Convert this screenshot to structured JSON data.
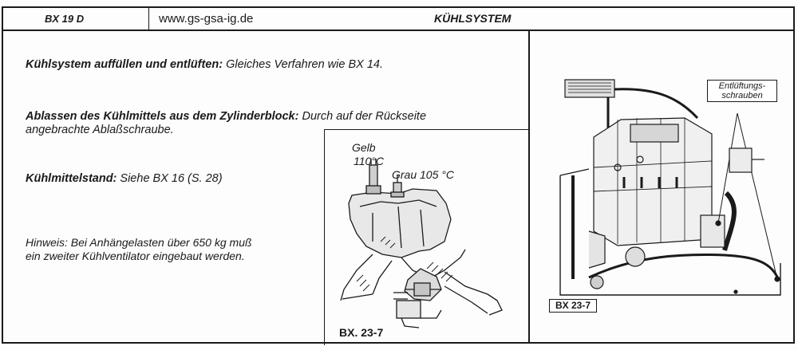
{
  "header": {
    "model": "BX 19 D",
    "url": "www.gs-gsa-ig.de",
    "title": "KÜHLSYSTEM"
  },
  "paragraphs": {
    "p1_bold": "Kühlsystem auffüllen und entlüften:",
    "p1_text": " Gleiches Verfahren wie BX 14.",
    "p2_bold": "Ablassen des Kühlmittels aus dem Zylinderblock:",
    "p2_text": " Durch auf der Rückseite",
    "p2_text2": "angebrachte Ablaßschraube.",
    "p3_bold": "Kühlmittelstand:",
    "p3_text": " Siehe BX 16 (S. 28)",
    "p4_line1": "Hinweis: Bei Anhängelasten über 650 kg muß",
    "p4_line2": "ein zweiter Kühlventilator eingebaut werden."
  },
  "figure_left": {
    "label_gelb": "Gelb",
    "label_gelb_temp": "110°C",
    "label_grau": "Grau  105  °C",
    "caption": "BX. 23-7"
  },
  "figure_right": {
    "callout_line1": "Entlüftungs-",
    "callout_line2": "schrauben",
    "caption": "BX 23-7"
  }
}
